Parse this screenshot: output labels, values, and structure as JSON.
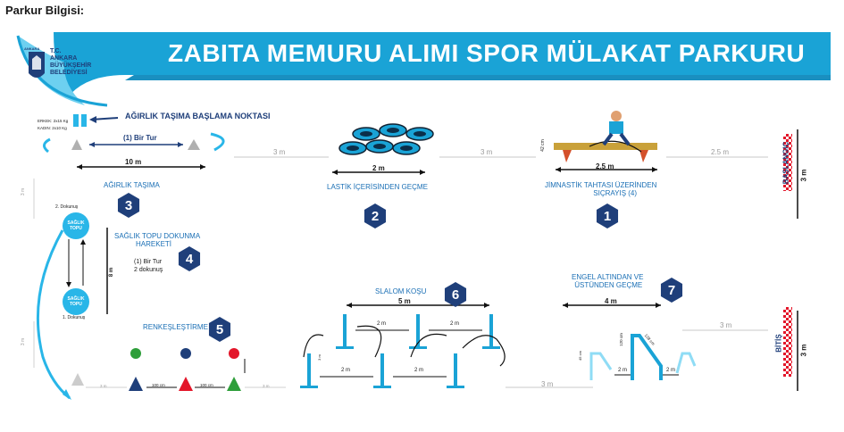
{
  "header": {
    "page_label": "Parkur Bilgisi:",
    "banner_title": "ZABITA MEMURU ALIMI SPOR MÜLAKAT PARKURU",
    "logo_top": "ANKARA",
    "logo_line1": "T.C.",
    "logo_line2": "ANKARA",
    "logo_line3": "BÜYÜKŞEHİR",
    "logo_line4": "BELEDİYESİ"
  },
  "weights": {
    "start_point": "AĞIRLIK TAŞIMA BAŞLAMA NOKTASI",
    "male": "ERKEK: 2x15 Kg",
    "female": "KADIN: 2x10 Kg",
    "kg_small": "Kg",
    "tour": "(1) Bir Tur",
    "distance": "10  m"
  },
  "distances": {
    "d1": "3 m",
    "d2": "3 m",
    "d3": "2.5 m",
    "d4": "3 m",
    "d5": "3 m",
    "start_width": "3 m",
    "finish_width": "3 m",
    "side_left_1": "3 m",
    "side_left_2": "3 m",
    "bottom_left_1": "3 m",
    "bottom_left_2": "3 m"
  },
  "stations": {
    "s1": {
      "number": "1",
      "label_line1": "JİMNASTİK TAHTASI ÜZERİNDEN",
      "label_line2": "SIÇRAYIŞ (4)",
      "length": "2.5 m",
      "height": "42 cm"
    },
    "s2": {
      "number": "2",
      "label": "LASTİK İÇERİSİNDEN GEÇME",
      "length": "2  m"
    },
    "s3": {
      "number": "3",
      "label": "AĞIRLIK TAŞIMA"
    },
    "s4": {
      "number": "4",
      "label_line1": "SAĞLIK TOPU DOKUNMA",
      "label_line2": "HAREKETİ",
      "tour": "(1) Bir Tur",
      "touches": "2 dokunuş",
      "length": "8 m",
      "touch1": "1. Dokunuş",
      "touch2": "2. Dokunuş",
      "ball_label1": "SAĞLIK",
      "ball_label2": "TOPU"
    },
    "s5": {
      "number": "5",
      "label": "RENKEŞLEŞTİRME",
      "gap1": "100 cm",
      "gap2": "100 cm"
    },
    "s6": {
      "number": "6",
      "label": "SLALOM KOŞU",
      "length": "5 m",
      "gap_a": "2 m",
      "gap_b": "2 m",
      "gap_c": "2 m",
      "gap_d": "2 m",
      "side": "3 m"
    },
    "s7": {
      "number": "7",
      "label_line1": "ENGEL ALTINDAN VE",
      "label_line2": "ÜSTÜNDEN GEÇME",
      "length": "4 m",
      "h1": "120 cm",
      "h2": "128 cm",
      "gap1": "2 m",
      "gap2": "2 m",
      "small": "45 cm"
    }
  },
  "markers": {
    "start": "BAŞLANGIÇ",
    "finish": "BİTİŞ"
  },
  "colors": {
    "banner": "#1aa3d6",
    "navy": "#1f3f7a",
    "ball": "#29b6e8",
    "red": "#e3162a",
    "green": "#2e9e3a",
    "obstacle": "#1aa3d6"
  }
}
